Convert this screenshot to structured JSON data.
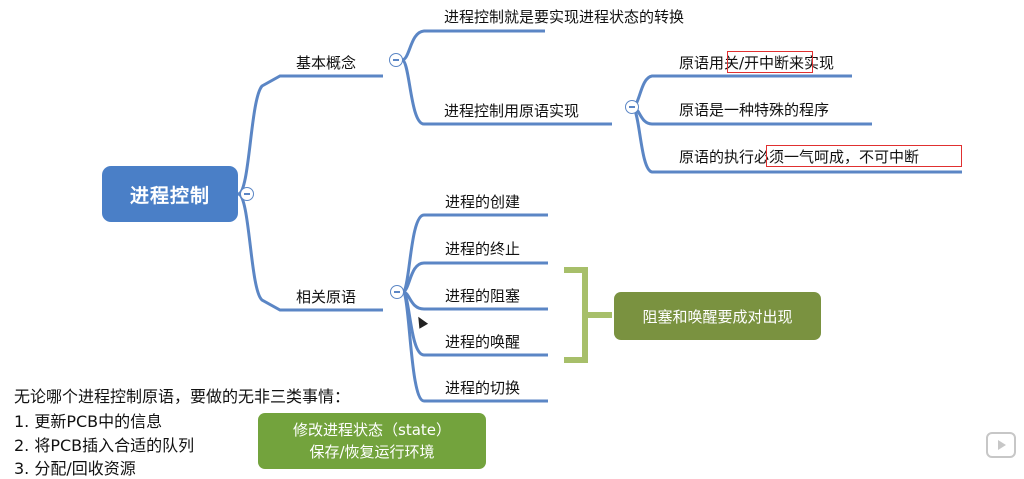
{
  "root": {
    "label": "进程控制"
  },
  "branch_basic": {
    "label": "基本概念",
    "children": [
      "进程控制就是要实现进程状态的转换",
      "进程控制用原语实现"
    ],
    "primitive_children": [
      "原语用关/开中断来实现",
      "原语是一种特殊的程序",
      "原语的执行必须一气呵成，不可中断"
    ]
  },
  "branch_related": {
    "label": "相关原语",
    "children": [
      "进程的创建",
      "进程的终止",
      "进程的阻塞",
      "进程的唤醒",
      "进程的切换"
    ]
  },
  "callout_block": {
    "label": "阻塞和唤醒要成对出现"
  },
  "notes": {
    "intro": "无论哪个进程控制原语，要做的无非三类事情：",
    "items": [
      "1.  更新PCB中的信息",
      "2.  将PCB插入合适的队列",
      "3.  分配/回收资源"
    ]
  },
  "callout_state": {
    "line1": "修改进程状态（state）",
    "line2": "保存/恢复运行环境"
  },
  "colors": {
    "root": "#4a7fc7",
    "line": "#5b86c5",
    "bracket": "#a7bf6a",
    "callout_block": "#7a9240",
    "callout_state": "#73a33d",
    "highlight_box": "#e03030"
  }
}
